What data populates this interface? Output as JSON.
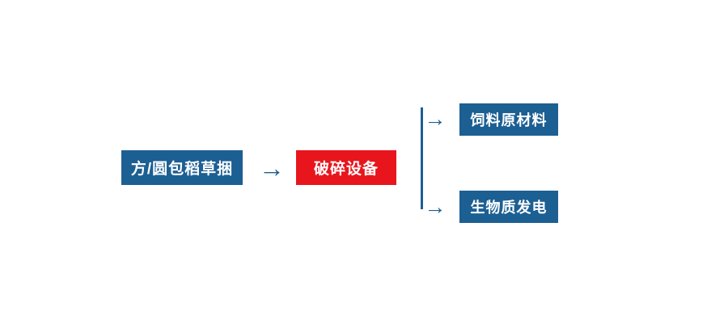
{
  "diagram": {
    "type": "flowchart",
    "background": "#ffffff",
    "source": {
      "label": "方/圆包稻草捆",
      "color": "#1c5f93",
      "text_color": "#ffffff"
    },
    "process": {
      "label": "破碎设备",
      "color": "#e8151d",
      "text_color": "#ffffff"
    },
    "outputs": [
      {
        "label": "饲料原材料",
        "color": "#1c5f93",
        "text_color": "#ffffff"
      },
      {
        "label": "生物质发电",
        "color": "#1c5f93",
        "text_color": "#ffffff"
      }
    ],
    "connector_color": "#1c5f93"
  },
  "icons": {
    "arrow_right": "→"
  }
}
